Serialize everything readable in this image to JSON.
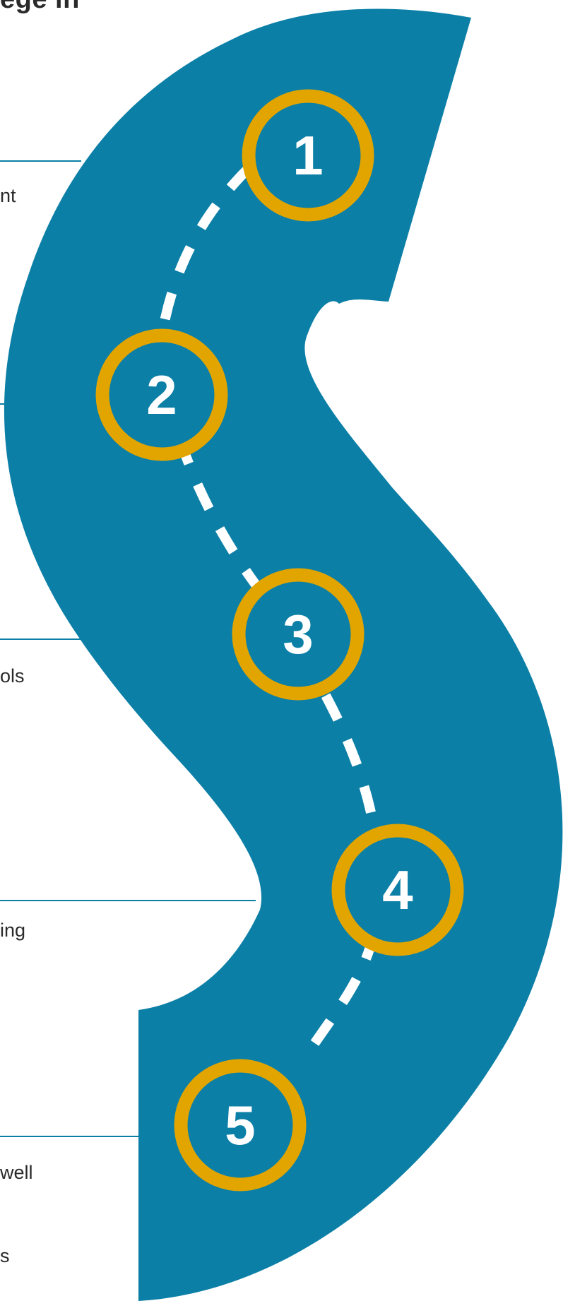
{
  "heading_fragment": "ege in",
  "rows": [
    {
      "text": "nt"
    },
    {
      "text": ""
    },
    {
      "text": "ols"
    },
    {
      "text": "ing"
    },
    {
      "text": "well"
    },
    {
      "text": "s"
    }
  ],
  "steps": [
    {
      "label": "1"
    },
    {
      "label": "2"
    },
    {
      "label": "3"
    },
    {
      "label": "4"
    },
    {
      "label": "5"
    }
  ],
  "colors": {
    "road": "#0b7fa6",
    "ring": "#e2a500",
    "divider": "#0b7fa6",
    "dash": "#ffffff",
    "text": "#2a2a2a"
  }
}
